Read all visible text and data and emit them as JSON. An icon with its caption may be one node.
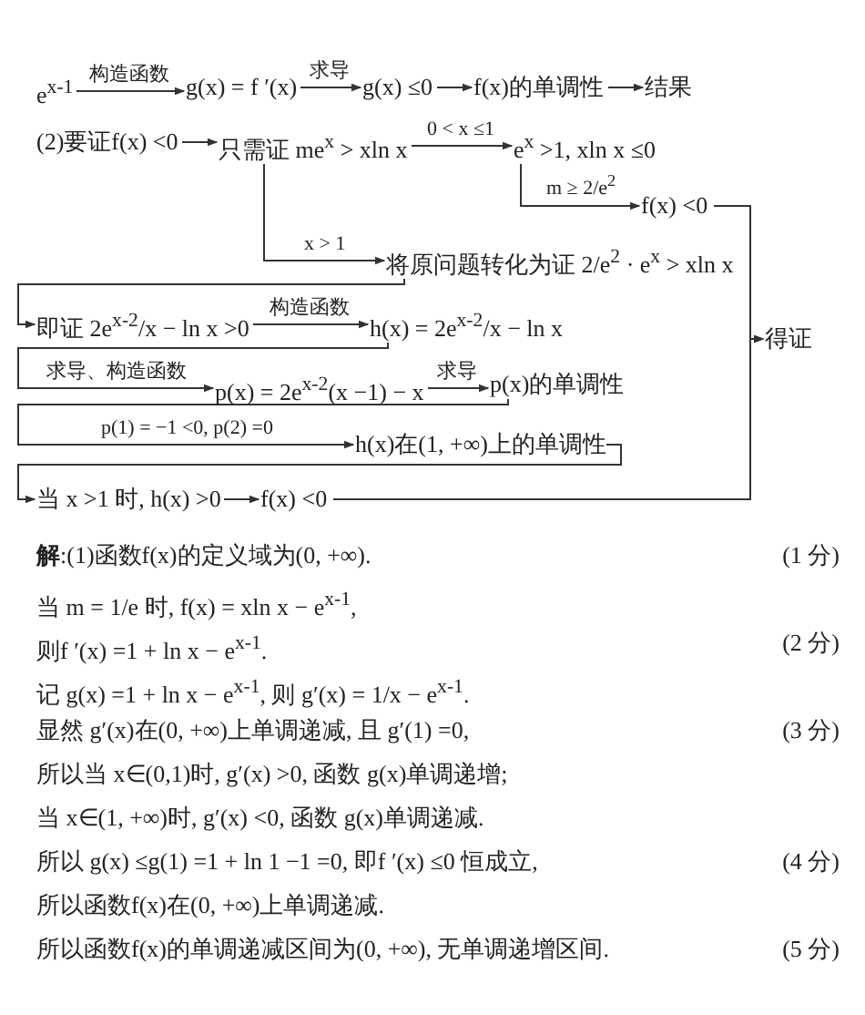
{
  "diagram": {
    "nodes": [
      {
        "text": [
          "e$^{x-1}$"
        ]
      },
      {
        "text": [
          "g(x) = f ′(x)"
        ]
      },
      {
        "text": [
          "g(x) ≤0"
        ]
      },
      {
        "text": [
          "f(x)的单调性"
        ]
      },
      {
        "text": [
          "结果"
        ]
      },
      {
        "text": [
          "(2)要证f(x) <0"
        ]
      },
      {
        "text": [
          "只需证 me$^{x}$ > xln x"
        ]
      },
      {
        "text": [
          "e$^{x}$ >1, xln x ≤0"
        ]
      },
      {
        "text": [
          "f(x) <0"
        ]
      },
      {
        "text": [
          "将原问题转化为证 2/e$^{2}$ · e$^{x}$ > xln x"
        ]
      },
      {
        "text": [
          "即证 2e$^{x-2}$/x − ln x >0"
        ]
      },
      {
        "text": [
          "h(x) = 2e$^{x-2}$/x − ln x"
        ]
      },
      {
        "text": [
          "p(x) = 2e$^{x-2}$(x −1) − x"
        ]
      },
      {
        "text": [
          "p(x)的单调性"
        ]
      },
      {
        "text": [
          "h(x)在(1, +∞)上的单调性"
        ]
      },
      {
        "text": [
          "当 x >1 时, h(x) >0"
        ]
      },
      {
        "text": [
          "f(x) <0"
        ]
      },
      {
        "text": [
          "得证"
        ]
      }
    ],
    "edges": [
      {
        "from": 0,
        "to": 1,
        "arrow": "to",
        "label": "构造函数"
      },
      {
        "from": 1,
        "to": 2,
        "arrow": "to",
        "label": "求导"
      },
      {
        "from": 2,
        "to": 3,
        "arrow": "to"
      },
      {
        "from": 3,
        "to": 4,
        "arrow": "to"
      },
      {
        "from": 5,
        "to": 6,
        "arrow": "to"
      },
      {
        "from": 6,
        "to": 7,
        "arrow": "to",
        "label": "0 < x ≤1"
      },
      {
        "from": 7,
        "to": 8,
        "arrow": "to",
        "label": "m ≥ 2/e$^{2}$"
      },
      {
        "from": 6,
        "to": 9,
        "arrow": "to",
        "label": "x > 1"
      },
      {
        "from": 9,
        "to": 10,
        "arrow": "to"
      },
      {
        "from": 10,
        "to": 11,
        "arrow": "to",
        "label": "构造函数"
      },
      {
        "from": 11,
        "to": 12,
        "arrow": "to",
        "label": "求导、构造函数"
      },
      {
        "from": 12,
        "to": 13,
        "arrow": "to",
        "label": "求导"
      },
      {
        "from": 13,
        "to": 14,
        "arrow": "to",
        "label": "p(1) = −1 <0, p(2) =0"
      },
      {
        "from": 14,
        "to": 15,
        "arrow": "to"
      },
      {
        "from": 15,
        "to": 16,
        "arrow": "to"
      },
      {
        "from": 8,
        "to": 17,
        "arrow": "to"
      },
      {
        "from": 16,
        "to": 17,
        "arrow": "to"
      }
    ],
    "labels": [
      "**解**:(1)函数f(x)的定义域为(0, +∞).",
      "(1 分)",
      "当 m = 1/e 时, f(x) = xln x − e$^{x-1}$,",
      "则f ′(x) =1 + ln x − e$^{x-1}$.",
      "(2 分)",
      "记 g(x) =1 + ln x − e$^{x-1}$, 则 g′(x) = 1/x − e$^{x-1}$.",
      "显然 g′(x)在(0, +∞)上单调递减, 且 g′(1) =0,",
      "(3 分)",
      "所以当 x∈(0,1)时, g′(x) >0, 函数 g(x)单调递增;",
      "当 x∈(1, +∞)时, g′(x) <0, 函数 g(x)单调递减.",
      "所以 g(x) ≤g(1) =1 + ln 1 −1 =0, 即f ′(x) ≤0 恒成立,",
      "(4 分)",
      "所以函数f(x)在(0, +∞)上单调递减.",
      "所以函数f(x)的单调递减区间为(0, +∞), 无单调递增区间.",
      "(5 分)"
    ]
  }
}
